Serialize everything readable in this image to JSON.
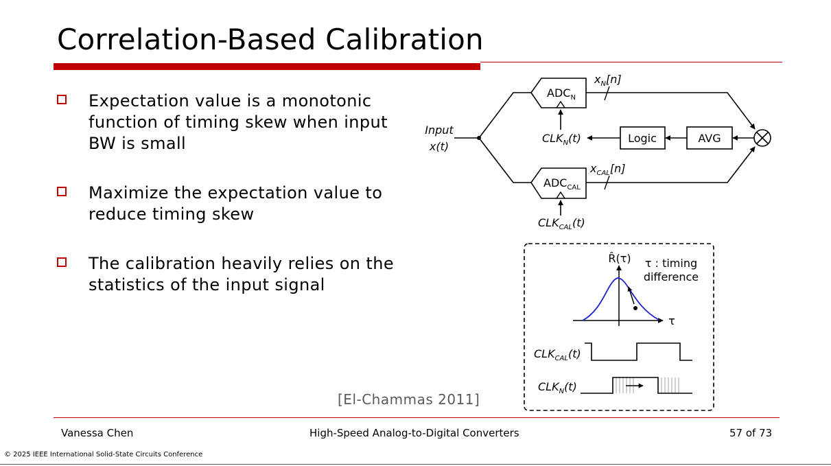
{
  "slide": {
    "title": "Correlation-Based Calibration",
    "bullets": [
      "Expectation value is a monotonic function of timing skew when input BW is small",
      "Maximize the expectation value to reduce timing skew",
      "The calibration heavily relies on the statistics of the input signal"
    ],
    "citation": "[El-Chammas 2011]"
  },
  "diagram": {
    "input_label_1": "Input",
    "input_label_2": "x(t)",
    "adc_n": {
      "base": "ADC",
      "sub": "N"
    },
    "adc_cal": {
      "base": "ADC",
      "sub": "CAL"
    },
    "signal_xn": {
      "base": "x",
      "sub": "N",
      "suffix": "[n]"
    },
    "signal_xcal": {
      "base": "x",
      "sub": "CAL",
      "suffix": "[n]"
    },
    "clk_n": {
      "base": "CLK",
      "sub": "N",
      "suffix": "(t)"
    },
    "clk_cal": {
      "base": "CLK",
      "sub": "CAL",
      "suffix": "(t)"
    },
    "logic_label": "Logic",
    "avg_label": "AVG",
    "multiplier_symbol": "×",
    "correlation_label": "R̂(τ)",
    "tau_note_1": "τ : timing",
    "tau_note_2": "difference",
    "tau_axis_label": "τ",
    "waveform_clk_cal": {
      "base": "CLK",
      "sub": "CAL",
      "suffix": "(t)"
    },
    "waveform_clk_n": {
      "base": "CLK",
      "sub": "N",
      "suffix": "(t)"
    }
  },
  "footer": {
    "author": "Vanessa Chen",
    "course": "High-Speed Analog-to-Digital Converters",
    "page": "57 of 73",
    "copyright": "© 2025 IEEE International Solid-State Circuits Conference"
  },
  "colors": {
    "accent_red": "#c00000",
    "curve_blue": "#1f1fd0",
    "citation_gray": "#595959"
  }
}
